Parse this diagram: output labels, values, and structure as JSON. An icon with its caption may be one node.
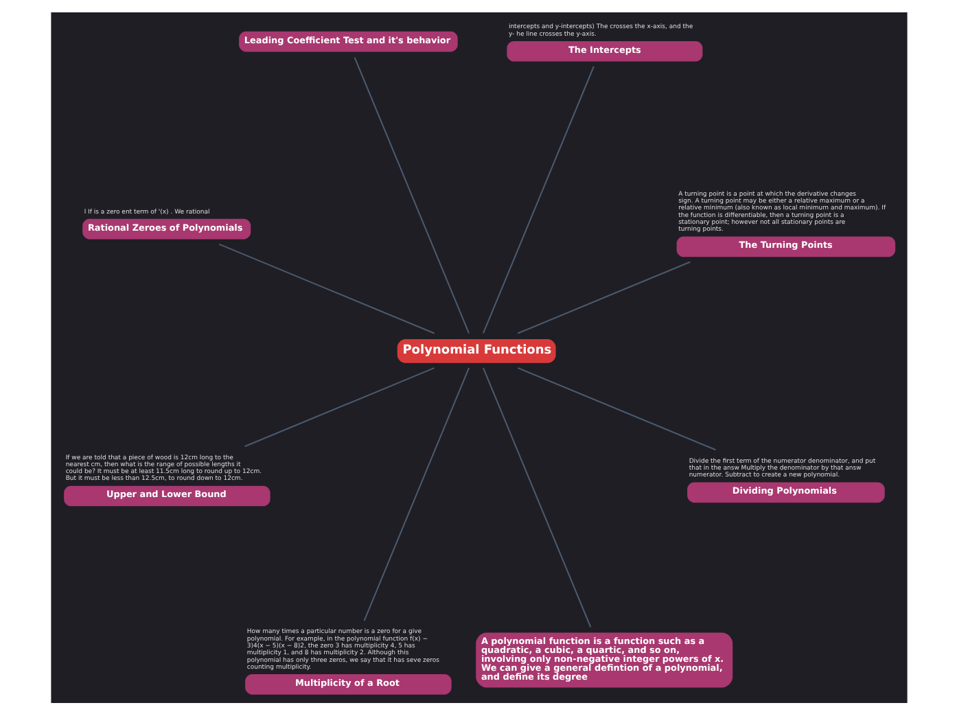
{
  "diagram": {
    "nodes": [
      {
        "text": [
          "Polynomial Functions"
        ]
      },
      {
        "text": [
          "The Turning Points"
        ],
        "beside": [
          "A turning point is a point at which the derivative changes sign. A turning point may be either a relative maximum or a relative minimum (also known as local minimum and maximum). If the function is differentiable, then a turning point is a stationary point; however not all stationary points are turning points."
        ]
      },
      {
        "text": [
          "The Intercepts"
        ],
        "beside": [
          "intercepts and y-intercepts) The crosses the x-axis, and the y- he line crosses the y-axis."
        ]
      },
      {
        "text": [
          "Leading Coefficient Test and it's behavior"
        ]
      },
      {
        "text": [
          "Rational Zeroes of Polynomials"
        ],
        "beside": [
          "l If is a zero ent term of '(x) . We rational"
        ]
      },
      {
        "text": [
          "Upper and Lower Bound"
        ],
        "beside": [
          "If we are told that a piece of wood is 12cm long to the nearest cm, then what is the range of possible lengths it could be? It must be at least 11.5cm long to round up to 12cm. But it must be less than 12.5cm, to round down to 12cm."
        ]
      },
      {
        "text": [
          "Multiplicity of a Root"
        ],
        "beside": [
          "How many times a particular number is a zero for a give polynomial. For example, in the polynomial function f(x) − 3)4(x − 5)(x − 8)2, the zero 3 has multiplicity 4, 5 has multiplicity 1, and 8 has multiplicity 2. Although this polynomial has only three zeros, we say that it has seve zeros counting multiplicity."
        ]
      },
      {
        "text": [
          "A polynomial function is a function such as a quadratic, a cubic, a quartic, and so on, involving only non-negative integer powers of x. We can give a general defintion of a polynomial, and define its degree"
        ]
      },
      {
        "text": [
          "Dividing Polynomials"
        ],
        "beside": [
          "Divide the first term of the numerator denominator, and put that in the answ Multiply the denominator by that answ numerator. Subtract to create a new polynomial."
        ]
      }
    ],
    "edges": [
      {
        "from": 0,
        "to": 1,
        "arrow": "none"
      },
      {
        "from": 0,
        "to": 2,
        "arrow": "none"
      },
      {
        "from": 0,
        "to": 3,
        "arrow": "none"
      },
      {
        "from": 0,
        "to": 4,
        "arrow": "none"
      },
      {
        "from": 0,
        "to": 5,
        "arrow": "none"
      },
      {
        "from": 0,
        "to": 6,
        "arrow": "none"
      },
      {
        "from": 0,
        "to": 7,
        "arrow": "none"
      },
      {
        "from": 0,
        "to": 8,
        "arrow": "none"
      }
    ]
  }
}
